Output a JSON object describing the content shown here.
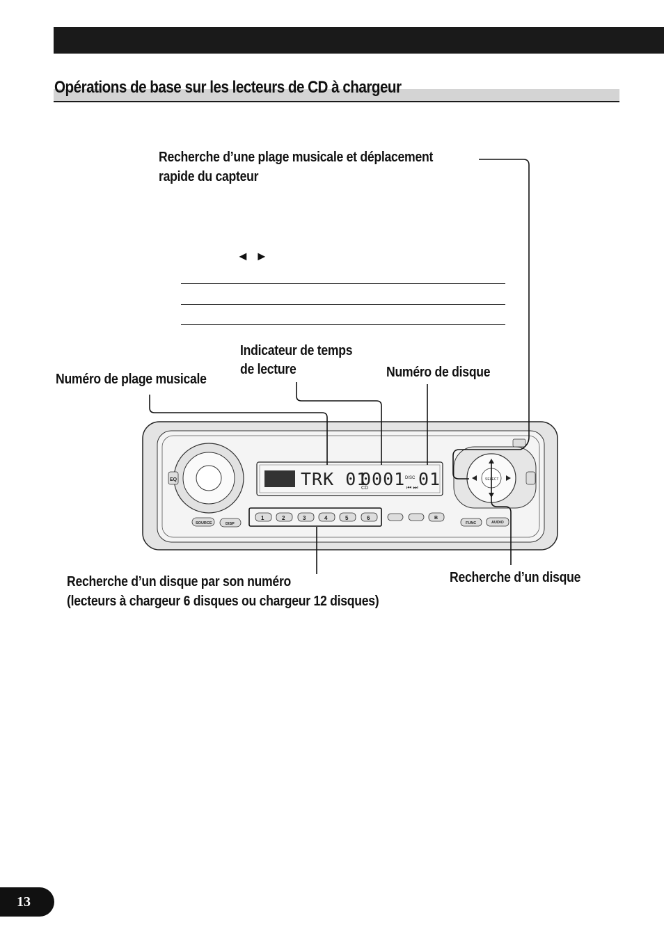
{
  "header": {
    "section_title": "Opérations de base sur les lecteurs de CD à chargeur"
  },
  "labels": {
    "track_search_line1": "Recherche d’une plage musicale et déplacement",
    "track_search_line2": "rapide du capteur",
    "arrows": "◄ ►",
    "track_number": "Numéro de plage musicale",
    "play_time_line1": "Indicateur de temps",
    "play_time_line2": "de lecture",
    "disc_number": "Numéro de disque",
    "disc_direct_line1": "Recherche d’un disque par son numéro",
    "disc_direct_line2": "(lecteurs à chargeur 6 disques ou chargeur 12 disques)",
    "disc_search": "Recherche d’un disque"
  },
  "device": {
    "display_track": "TRK 01",
    "display_time": "0001",
    "display_disc": "01",
    "display_disc_label": "DISC",
    "display_cd_label": "CD",
    "eq_label": "EQ",
    "select_label": "SELECT",
    "source_label": "SOURCE",
    "disp_label": "DISP",
    "func_label": "FUNC",
    "audio_label": "AUDIO",
    "b_label": "B",
    "preset_buttons": [
      "1",
      "2",
      "3",
      "4",
      "5",
      "6"
    ]
  },
  "footer": {
    "page_number": "13"
  }
}
